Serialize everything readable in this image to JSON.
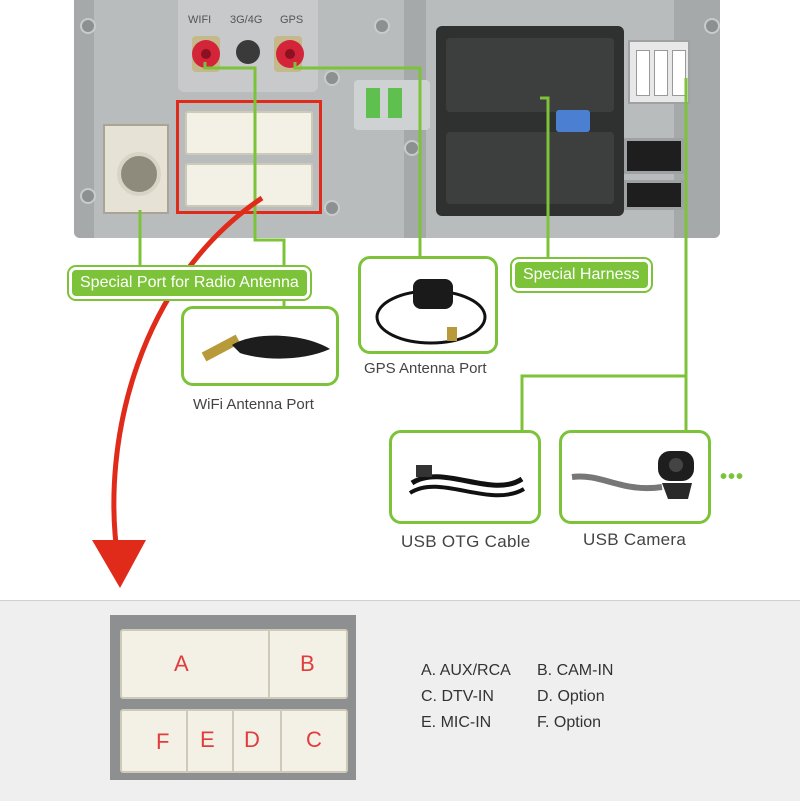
{
  "callouts": {
    "radio_antenna": "Special Port for Radio Antenna",
    "special_harness": "Special Harness",
    "wifi_antenna": "WiFi Antenna Port",
    "gps_antenna": "GPS Antenna Port",
    "usb_otg": "USB OTG Cable",
    "usb_camera": "USB Camera",
    "more": "•••"
  },
  "panel_labels": {
    "wifi": "WIFI",
    "three_g": "3G/4G",
    "gps": "GPS"
  },
  "connector_letters": [
    "A",
    "B",
    "C",
    "D",
    "E",
    "F"
  ],
  "legend": [
    {
      "code": "A.",
      "label": "AUX/RCA"
    },
    {
      "code": "B.",
      "label": "CAM-IN"
    },
    {
      "code": "C.",
      "label": "DTV-IN"
    },
    {
      "code": "D.",
      "label": "Option"
    },
    {
      "code": "E.",
      "label": "MIC-IN"
    },
    {
      "code": "F.",
      "label": "Option"
    }
  ],
  "colors": {
    "accent_green": "#7cc33a",
    "highlight_red": "#e02b1b",
    "panel_grey": "#b9bcbd"
  }
}
